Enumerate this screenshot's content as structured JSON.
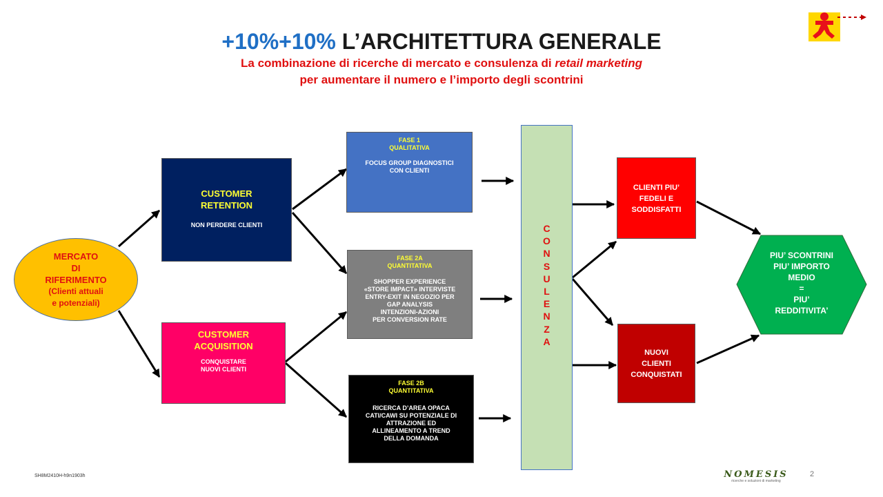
{
  "header": {
    "title_accent": "+10%+10%",
    "title_main": " L’ARCHITETTURA GENERALE",
    "subtitle_line1_a": "La combinazione di ricerche di mercato e consulenza di ",
    "subtitle_line1_em": "retail marketing",
    "subtitle_line2": "per aumentare il numero e l’importo degli scontrini"
  },
  "nodes": {
    "mercato": {
      "l1": "MERCATO",
      "l2": "DI",
      "l3": "RIFERIMENTO",
      "l4": "(Clienti attuali",
      "l5": "e potenziali)"
    },
    "retention": {
      "title1": "CUSTOMER",
      "title2": "RETENTION",
      "sub": "NON PERDERE CLIENTI"
    },
    "acquisition": {
      "title1": "CUSTOMER",
      "title2": "ACQUISITION",
      "sub1": "CONQUISTARE",
      "sub2": "NUOVI CLIENTI"
    },
    "fase1": {
      "h1": "FASE 1",
      "h2": "QUALITATIVA",
      "b1": "FOCUS GROUP DIAGNOSTICI",
      "b2": "CON CLIENTI"
    },
    "fase2a": {
      "h1": "FASE 2A",
      "h2": "QUANTITATIVA",
      "b1": "SHOPPER EXPERIENCE",
      "b2": "«STORE IMPACT» INTERVISTE",
      "b3": "ENTRY-EXIT IN NEGOZIO PER",
      "b4": "GAP ANALYSIS",
      "b5": "INTENZIONI-AZIONI",
      "b6": "PER CONVERSION RATE"
    },
    "fase2b": {
      "h1": "FASE 2B",
      "h2": "QUANTITATIVA",
      "b1": "RICERCA D’AREA OPACA",
      "b2": "CATI/CAWI SU POTENZIALE DI",
      "b3": "ATTRAZIONE ED",
      "b4": "ALLINEAMENTO A TREND",
      "b5": "DELLA DOMANDA"
    },
    "consulenza": [
      "C",
      "O",
      "N",
      "S",
      "U",
      "L",
      "E",
      "N",
      "Z",
      "A"
    ],
    "fedeli": {
      "l1": "CLIENTI PIU’",
      "l2": "FEDELI E",
      "l3": "SODDISFATTI"
    },
    "nuovi": {
      "l1": "NUOVI",
      "l2": "CLIENTI",
      "l3": "CONQUISTATI"
    },
    "result": {
      "l1": "PIU’ SCONTRINI",
      "l2": "PIU’ IMPORTO",
      "l3": "MEDIO",
      "l4": "=",
      "l5": "PIU’",
      "l6": "REDDITIVITA’"
    }
  },
  "footer": {
    "code": "SH8M2410H-h9n1903h",
    "logo_text": "NOMESIS",
    "logo_tagline": "ricerche e soluzioni di marketing",
    "page_number": "2"
  },
  "icons": {
    "top_right": "running-man-logo-icon"
  },
  "colors": {
    "title_accent": "#1f6fc5",
    "subtitle": "#e01010",
    "mercato": "#ffc000",
    "retention": "#002060",
    "acquisition": "#ff0066",
    "fase1": "#4472c4",
    "fase2a": "#7f7f7f",
    "fase2b": "#000000",
    "consulenza": "#c5e0b4",
    "fedeli": "#ff0000",
    "nuovi": "#c00000",
    "result": "#00b050"
  }
}
